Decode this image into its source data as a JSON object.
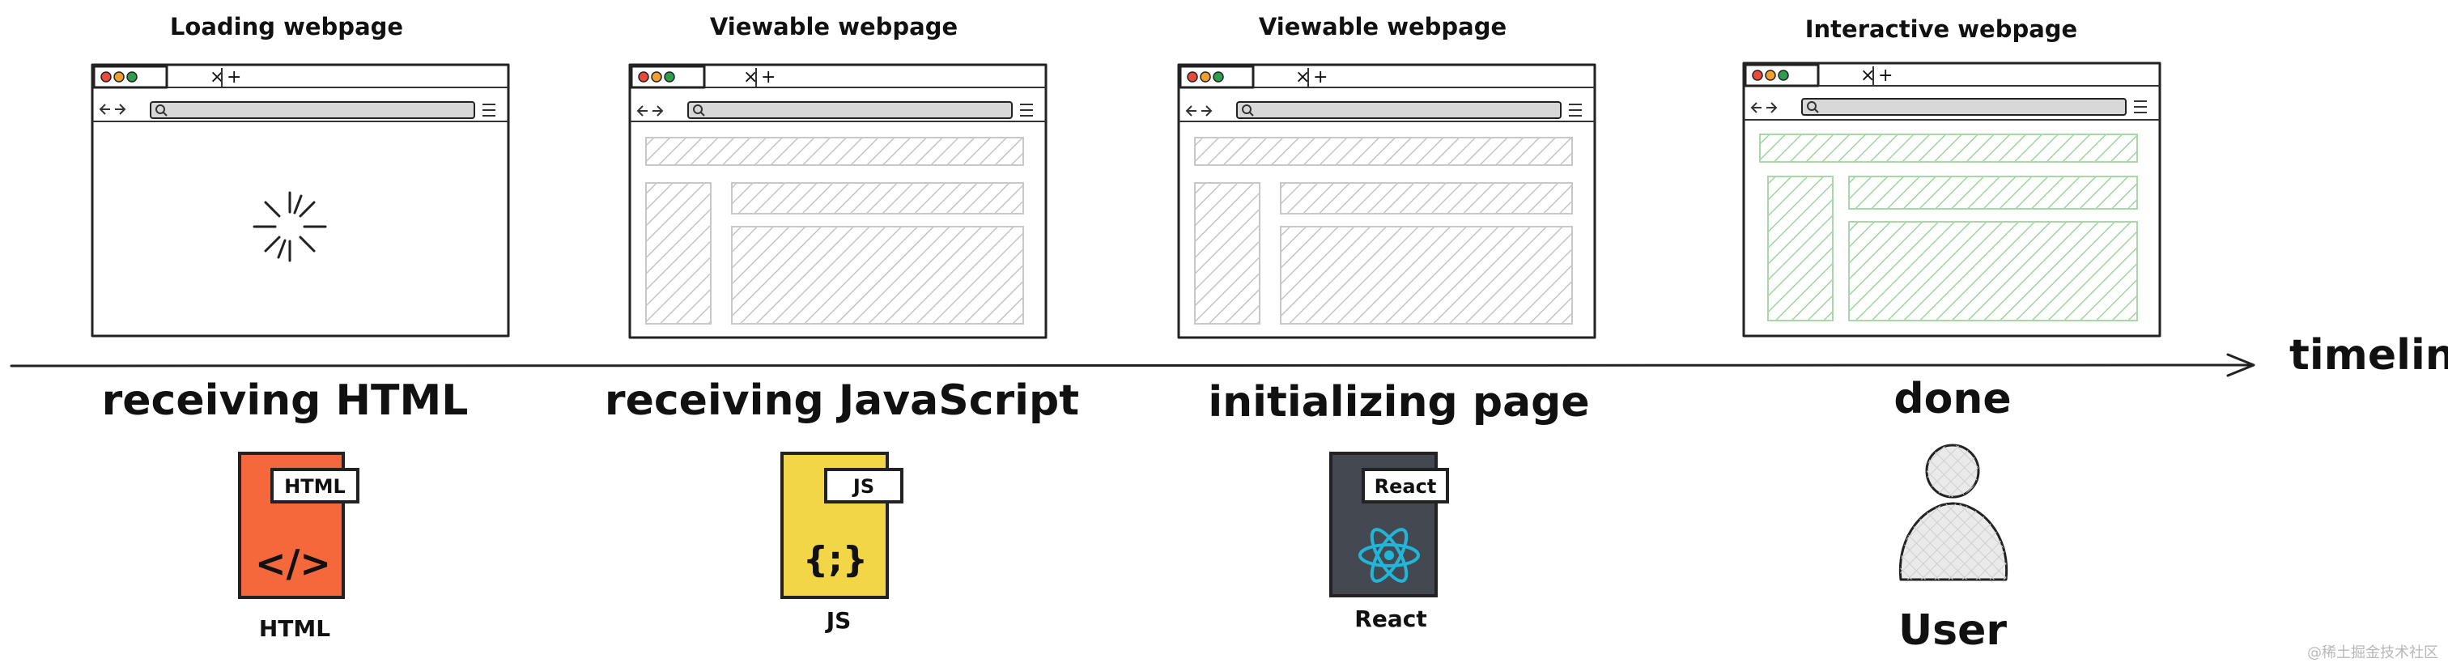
{
  "colors": {
    "ink": "#222222",
    "gray_hatch": "#c8c8c8",
    "green_hatch": "#a8d8a8",
    "html_file": "#f4683b",
    "js_file": "#f2d648",
    "react_file": "#444850",
    "react_logo": "#21b6d8",
    "dot_red": "#e84a3c",
    "dot_orange": "#f0a030",
    "dot_green": "#2e9e4e",
    "user_fill": "#eaeaea"
  },
  "stages": [
    {
      "title": "Loading webpage",
      "content": "spinner"
    },
    {
      "title": "Viewable webpage",
      "content": "gray"
    },
    {
      "title": "Viewable webpage",
      "content": "gray"
    },
    {
      "title": "Interactive webpage",
      "content": "green"
    }
  ],
  "browser": {
    "tab_close_glyph": "×",
    "new_tab_glyph": "+",
    "back_icon": "arrow-left-icon",
    "forward_icon": "arrow-right-icon",
    "search_icon": "search-icon",
    "menu_icon": "hamburger-menu-icon"
  },
  "timeline": {
    "label": "timeline"
  },
  "steps": [
    {
      "label": "receiving HTML",
      "file": {
        "tag": "HTML",
        "symbol": "</>",
        "caption": "HTML",
        "icon": "html-file-icon"
      }
    },
    {
      "label": "receiving JavaScript",
      "file": {
        "tag": "JS",
        "symbol": "{;}",
        "caption": "JS",
        "icon": "js-file-icon"
      }
    },
    {
      "label": "initializing page",
      "file": {
        "tag": "React",
        "symbol": "",
        "caption": "React",
        "icon": "react-file-icon"
      }
    },
    {
      "label": "done",
      "user": {
        "caption": "User",
        "icon": "user-icon"
      }
    }
  ],
  "watermark": "@稀土掘金技术社区"
}
